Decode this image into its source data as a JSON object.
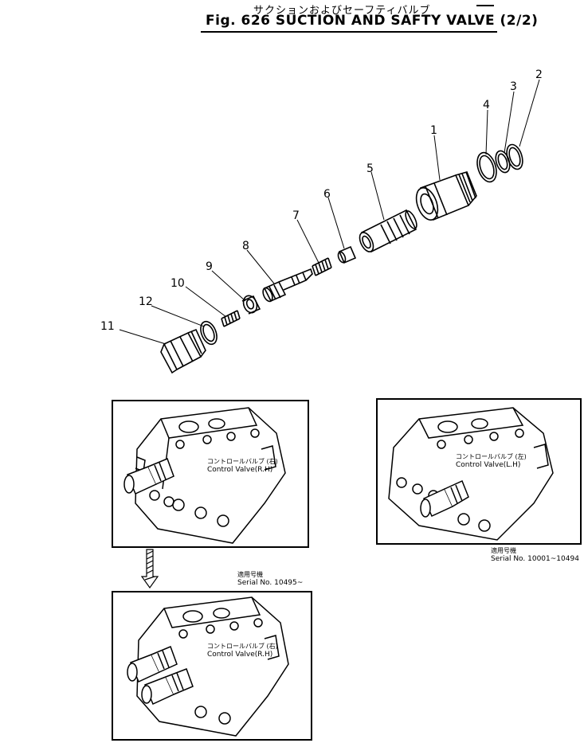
{
  "title": {
    "japanese": "サクションおよびセーフティバルブ",
    "english": "Fig. 626 SUCTION AND SAFTY VALVE (2/2)"
  },
  "callouts": [
    "1",
    "2",
    "3",
    "4",
    "5",
    "6",
    "7",
    "8",
    "9",
    "10",
    "11",
    "12"
  ],
  "panels": {
    "top_left": {
      "label_jp": "コントロールバルブ (右)",
      "label_en": "Control Valve(R.H)"
    },
    "top_right": {
      "label_jp": "コントロールバルブ (左)",
      "label_en": "Control Valve(L.H)",
      "serial_jp": "適用号機",
      "serial_en": "Serial No. 10001~10494"
    },
    "bottom_left": {
      "label_jp": "コントロールバルブ (右)",
      "label_en": "Control Valve(R.H)",
      "serial_jp": "適用号機",
      "serial_en": "Serial No. 10495~"
    }
  }
}
